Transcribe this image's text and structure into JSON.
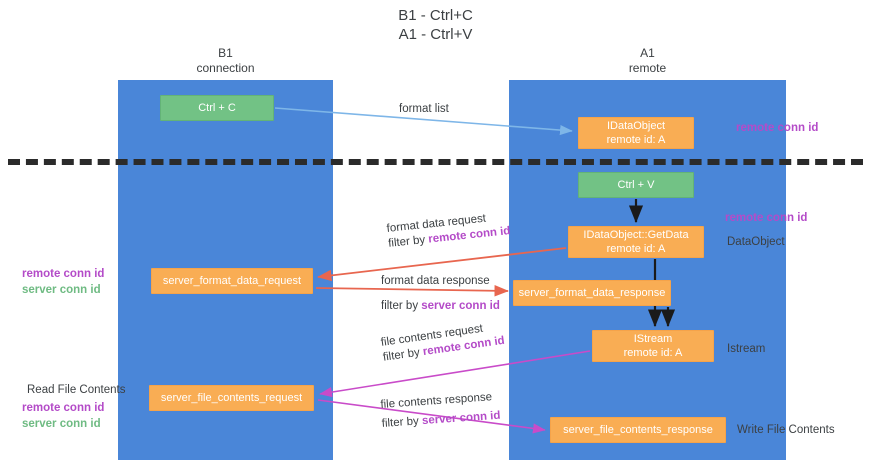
{
  "title": {
    "line1": "B1 - Ctrl+C",
    "line2": "A1 - Ctrl+V"
  },
  "lanes": [
    {
      "name": "B1",
      "sub": "connection",
      "color": "#4a86d8"
    },
    {
      "name": "A1",
      "sub": "remote",
      "color": "#4a86d8"
    }
  ],
  "colors": {
    "lane": "#4a86d8",
    "green_box": "#72c285",
    "orange_box": "#f9ad54",
    "purple_text": "#b44bc8",
    "green_text": "#6fbb83",
    "blue_arrow": "#7eb6e8",
    "red_arrow": "#e8664f",
    "magenta_arrow": "#c94bc9",
    "black_arrow": "#1a1a1a",
    "dashed_line": "#2b2b2b",
    "body_text": "#3c4043"
  },
  "boxes": {
    "ctrl_c": "Ctrl + C",
    "data_object_title": "IDataObject",
    "data_object_sub": "remote id: A",
    "ctrl_v": "Ctrl + V",
    "getdata_title": "IDataObject::GetData",
    "getdata_sub": "remote id: A",
    "server_format_data_request": "server_format_data_request",
    "server_format_data_response": "server_format_data_response",
    "istream_title": "IStream",
    "istream_sub": "remote id: A",
    "server_file_contents_request": "server_file_contents_request",
    "server_file_contents_response": "server_file_contents_response"
  },
  "arrow_labels": {
    "format_list": "format list",
    "format_data_request": "format data request",
    "format_data_request_filter_prefix": "filter by ",
    "format_data_request_filter_key": "remote conn id",
    "format_data_response": "format data response",
    "format_data_response_filter_prefix": "filter by ",
    "format_data_response_filter_key": "server conn id",
    "file_contents_request": "file contents request",
    "file_contents_request_filter_prefix": "filter by ",
    "file_contents_request_filter_key": "remote conn id",
    "file_contents_response": "file contents response",
    "file_contents_response_filter_prefix": "filter by ",
    "file_contents_response_filter_key": "server conn id"
  },
  "side_labels": {
    "remote_conn_id_top": "remote conn id",
    "remote_conn_id_mid": "remote conn id",
    "data_object": "DataObject",
    "istream": "Istream",
    "write_file_contents": "Write File Contents",
    "read_file_contents": "Read File Contents",
    "left_remote_conn_id_1": "remote conn id",
    "left_server_conn_id_1": "server conn id",
    "left_remote_conn_id_2": "remote conn id",
    "left_server_conn_id_2": "server conn id"
  }
}
